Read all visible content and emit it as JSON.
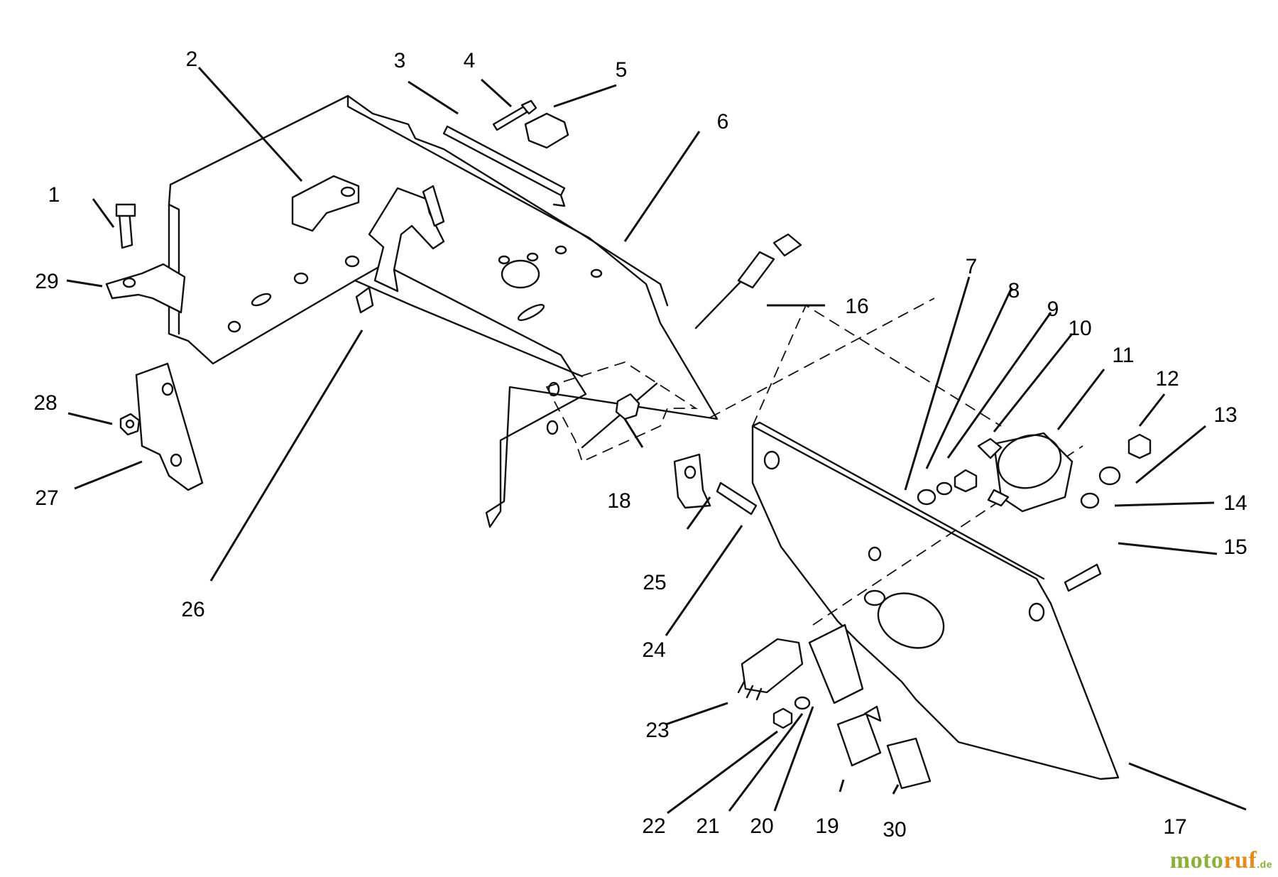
{
  "callouts": [
    "1",
    "2",
    "3",
    "4",
    "5",
    "6",
    "7",
    "8",
    "9",
    "10",
    "11",
    "12",
    "13",
    "14",
    "15",
    "16",
    "17",
    "18",
    "19",
    "20",
    "21",
    "22",
    "23",
    "24",
    "25",
    "26",
    "27",
    "28",
    "29",
    "30"
  ],
  "watermark": {
    "main_a": "moto",
    "main_b": "ruf",
    "suffix": ".de"
  },
  "colors": {
    "line": "#111111",
    "watermark_green": "#8ab23a",
    "watermark_orange": "#e58a1f"
  }
}
